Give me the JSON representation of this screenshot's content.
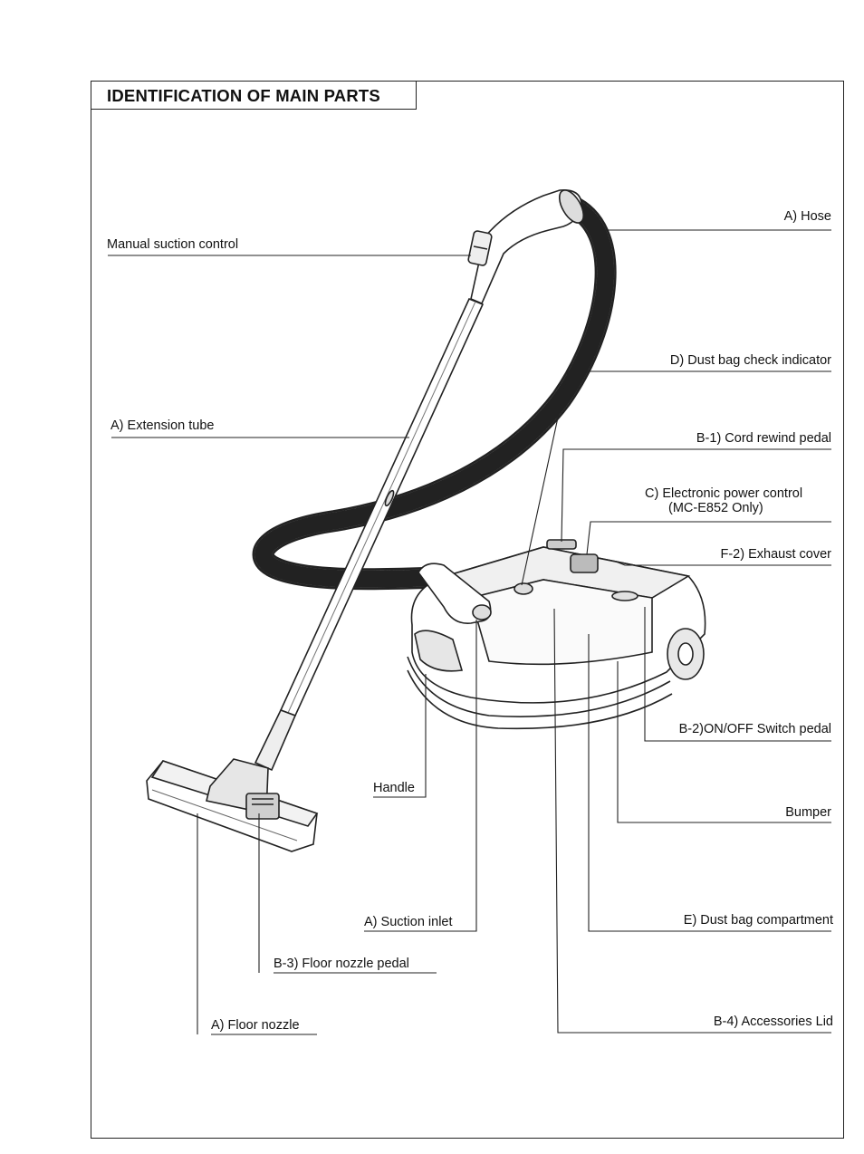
{
  "title": "IDENTIFICATION OF MAIN PARTS",
  "labels": {
    "manual_suction_control": "Manual suction control",
    "hose": "A) Hose",
    "dust_bag_check_indicator": "D) Dust bag check indicator",
    "extension_tube": "A) Extension tube",
    "cord_rewind_pedal": "B-1) Cord rewind pedal",
    "electronic_power_control": "C) Electronic power control",
    "electronic_power_control_note": "(MC-E852 Only)",
    "exhaust_cover": "F-2) Exhaust cover",
    "on_off_switch_pedal": "B-2)ON/OFF Switch pedal",
    "handle": "Handle",
    "bumper": "Bumper",
    "suction_inlet": "A) Suction inlet",
    "dust_bag_compartment": "E) Dust bag compartment",
    "floor_nozzle_pedal": "B-3) Floor nozzle pedal",
    "floor_nozzle": "A) Floor nozzle",
    "accessories_lid": "B-4) Accessories Lid"
  }
}
